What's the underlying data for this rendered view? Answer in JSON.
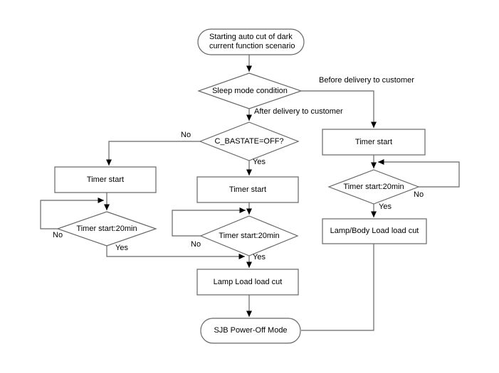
{
  "diagram": {
    "type": "flowchart",
    "nodes": {
      "start": {
        "shape": "terminator",
        "line1": "Starting auto cut of dark",
        "line2": "current function scenario"
      },
      "sleep_condition": {
        "shape": "decision",
        "label": "Sleep mode condition"
      },
      "c_bastate": {
        "shape": "decision",
        "label": "C_BASTATE=OFF?"
      },
      "left_timer": {
        "shape": "process",
        "label": "Timer start"
      },
      "mid_timer": {
        "shape": "process",
        "label": "Timer start"
      },
      "right_timer": {
        "shape": "process",
        "label": "Timer start"
      },
      "left_timer_20min": {
        "shape": "decision",
        "label": "Timer start:20min"
      },
      "mid_timer_20min": {
        "shape": "decision",
        "label": "Timer start:20min"
      },
      "right_timer_20min": {
        "shape": "decision",
        "label": "Timer start:20min"
      },
      "mid_lamp_cut": {
        "shape": "process",
        "label": "Lamp Load load cut"
      },
      "right_lamp_cut": {
        "shape": "process",
        "label": "Lamp/Body Load load cut"
      },
      "end": {
        "shape": "terminator",
        "label": "SJB Power-Off Mode"
      }
    },
    "edge_labels": {
      "before_delivery": "Before delivery to customer",
      "after_delivery": "After delivery to customer",
      "c_bastate_no": "No",
      "c_bastate_yes": "Yes",
      "left_loop_no": "No",
      "left_yes": "Yes",
      "mid_loop_no": "No",
      "mid_yes": "Yes",
      "right_loop_no": "No",
      "right_yes": "Yes"
    },
    "colors": {
      "line": "#666666",
      "arrowhead": "#000000",
      "text": "#000000",
      "node_fill": "#ffffff",
      "background": "#ffffff"
    }
  }
}
